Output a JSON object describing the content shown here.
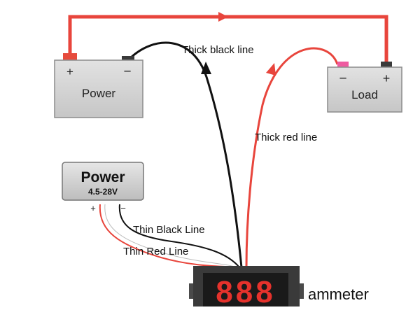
{
  "battery": {
    "label": "Power",
    "plus": "+",
    "minus": "−"
  },
  "load": {
    "label": "Load",
    "minus": "−",
    "plus": "+"
  },
  "module": {
    "title": "Power",
    "range": "4.5-28V",
    "plus": "+",
    "minus": "−"
  },
  "wires": {
    "thick_black": "Thick black line",
    "thick_red": "Thick red line",
    "thin_black": "Thin Black Line",
    "thin_red": "Thin Red Line"
  },
  "meter": {
    "label": "ammeter",
    "digits": "888"
  },
  "colors": {
    "red_wire": "#e8453c",
    "black_wire": "#111111",
    "box_fill": "#d2d2d2",
    "terminal_red": "#e64b3c",
    "terminal_pink": "#ee5ba0",
    "terminal_dark": "#3a3a3a",
    "display_red": "#e5322c"
  }
}
